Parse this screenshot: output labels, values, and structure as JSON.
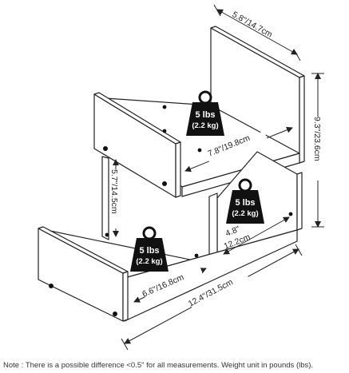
{
  "dimensions": {
    "depth": "5.8\"/14.7cm",
    "inner_top": "7.8\"/19.8cm",
    "total_height": "9.3\"/23.6cm",
    "middle_height": "5.7\"/14.5cm",
    "right_opening": "4.8\"",
    "right_opening_cm": "12.2cm",
    "bottom_inner": "6.6\"/16.8cm",
    "total_width": "12.4\"/31.5cm"
  },
  "weights": {
    "top": {
      "lbs": "5 lbs",
      "kg": "(2.2 kg)"
    },
    "right": {
      "lbs": "5 lbs",
      "kg": "(2.2 kg)"
    },
    "bottom": {
      "lbs": "5 lbs",
      "kg": "(2.2 kg)"
    }
  },
  "note": "Note : There is a possible difference <0.5\" for all measurements. Weight unit in pounds (lbs)."
}
